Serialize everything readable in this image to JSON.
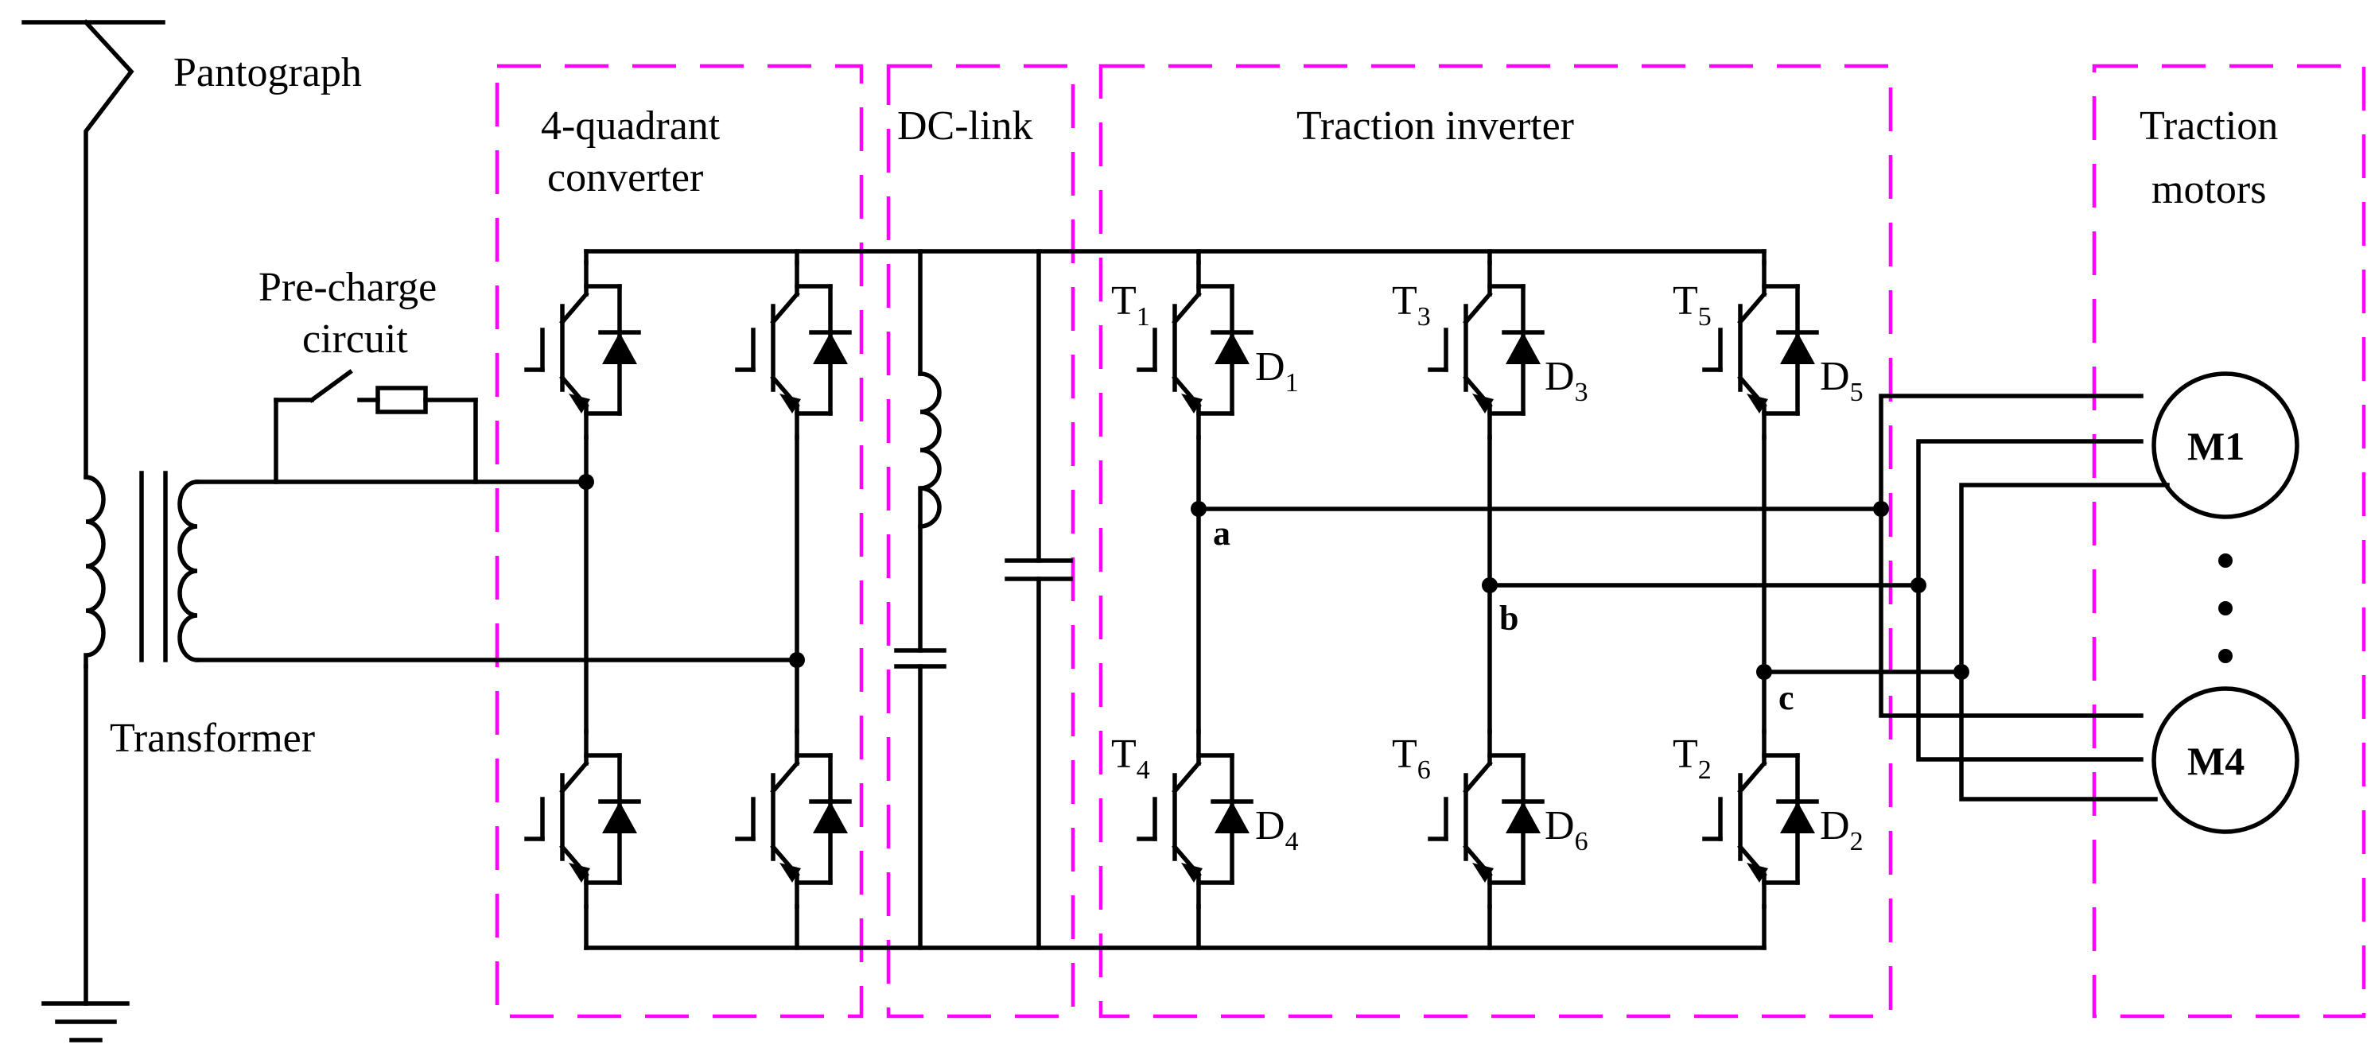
{
  "labels": {
    "pantograph": "Pantograph",
    "precharge_line1": "Pre-charge",
    "precharge_line2": "circuit",
    "transformer": "Transformer",
    "converter_line1": "4-quadrant",
    "converter_line2": "converter",
    "dclink": "DC-link",
    "inverter": "Traction inverter",
    "motors_line1": "Traction",
    "motors_line2": "motors"
  },
  "switches": [
    {
      "t": "T",
      "t_sub": "1",
      "d": "D",
      "d_sub": "1"
    },
    {
      "t": "T",
      "t_sub": "3",
      "d": "D",
      "d_sub": "3"
    },
    {
      "t": "T",
      "t_sub": "5",
      "d": "D",
      "d_sub": "5"
    },
    {
      "t": "T",
      "t_sub": "4",
      "d": "D",
      "d_sub": "4"
    },
    {
      "t": "T",
      "t_sub": "6",
      "d": "D",
      "d_sub": "6"
    },
    {
      "t": "T",
      "t_sub": "2",
      "d": "D",
      "d_sub": "2"
    }
  ],
  "nodes": {
    "a": "a",
    "b": "b",
    "c": "c"
  },
  "motors": {
    "first": "M1",
    "last": "M4",
    "ellipsis": "⋮"
  }
}
